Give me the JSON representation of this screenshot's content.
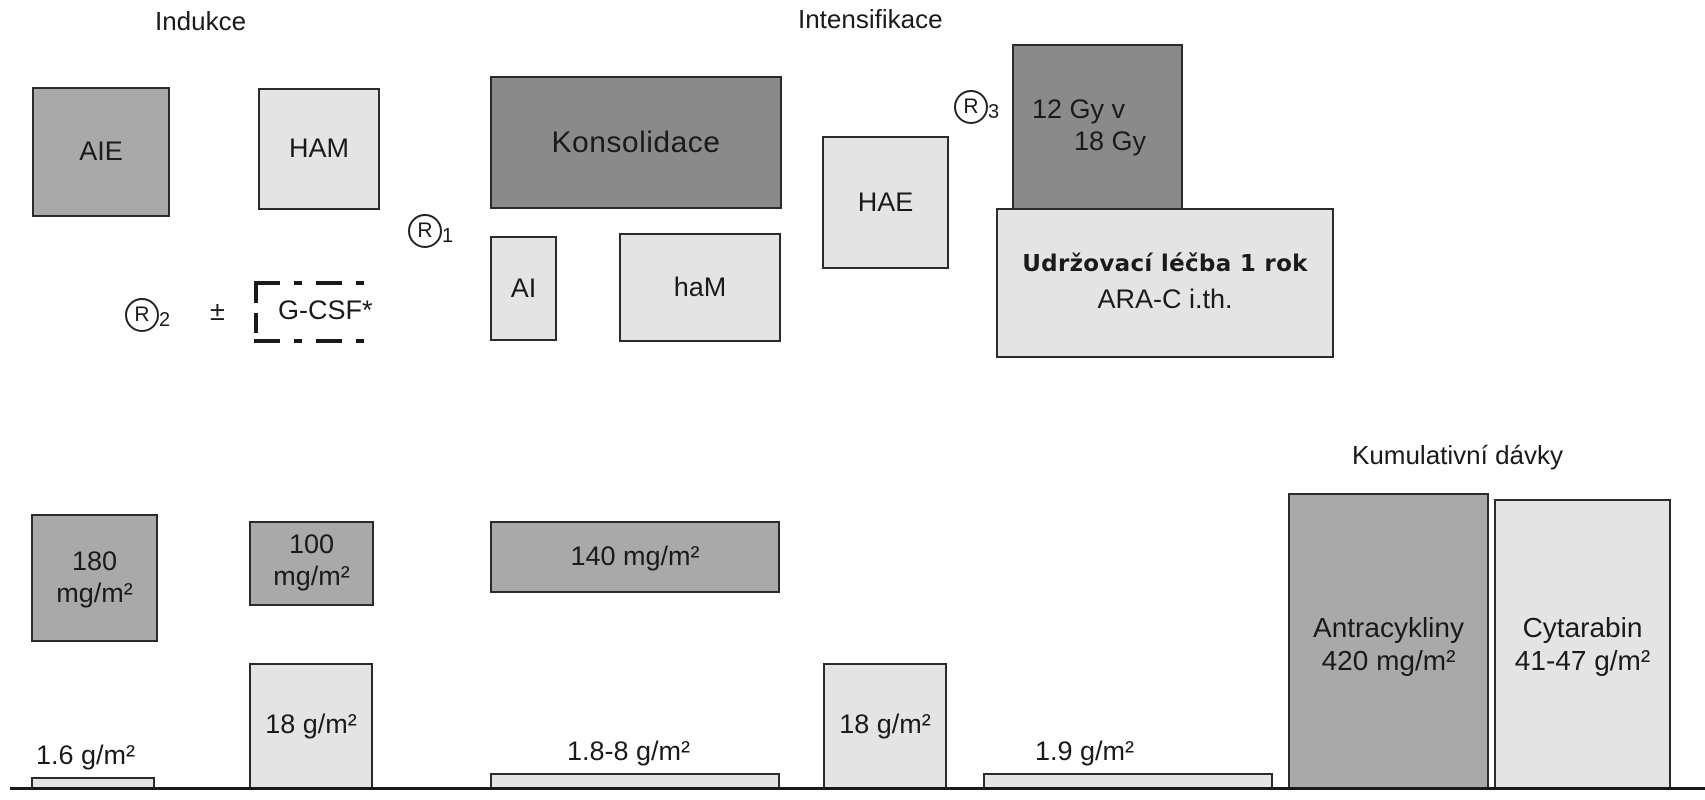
{
  "headings": {
    "induction": "Indukce",
    "intensification": "Intensifikace",
    "cumulative": "Kumulativní dávky"
  },
  "treatment_blocks": {
    "aie": "AIE",
    "ham": "HAM",
    "consolidation": "Konsolidace",
    "ai": "AI",
    "ham_small": "haM",
    "hae": "HAE",
    "radiation_line1": "12 Gy v",
    "radiation_line2": "18 Gy",
    "maintenance_line1": "Udržovací léčba 1 rok",
    "maintenance_line2": "ARA-C i.th.",
    "gcsf": "G-CSF*"
  },
  "randomizations": {
    "r1": {
      "symbol": "R",
      "index": "1"
    },
    "r2": {
      "symbol": "R",
      "index": "2"
    },
    "r3": {
      "symbol": "R",
      "index": "3"
    },
    "plus_minus": "±"
  },
  "anthracycline_doses": {
    "aie_line1": "180",
    "aie_line2": "mg/m²",
    "ham_line1": "100",
    "ham_line2": "mg/m²",
    "consolidation": "140 mg/m²"
  },
  "cytarabine_doses": {
    "aie": "1.6 g/m²",
    "ham": "18 g/m²",
    "consolidation": "1.8-8 g/m²",
    "hae": "18 g/m²",
    "maintenance": "1.9 g/m²"
  },
  "cumulative": {
    "anthracyclines_label": "Antracykliny",
    "anthracyclines_value": "420 mg/m²",
    "cytarabine_label": "Cytarabin",
    "cytarabine_value": "41-47 g/m²"
  },
  "colors": {
    "light_fill": "#e4e4e4",
    "mid_fill": "#a9a9a9",
    "dark_fill": "#8a8a8a",
    "outline": "#2b2b2b"
  }
}
